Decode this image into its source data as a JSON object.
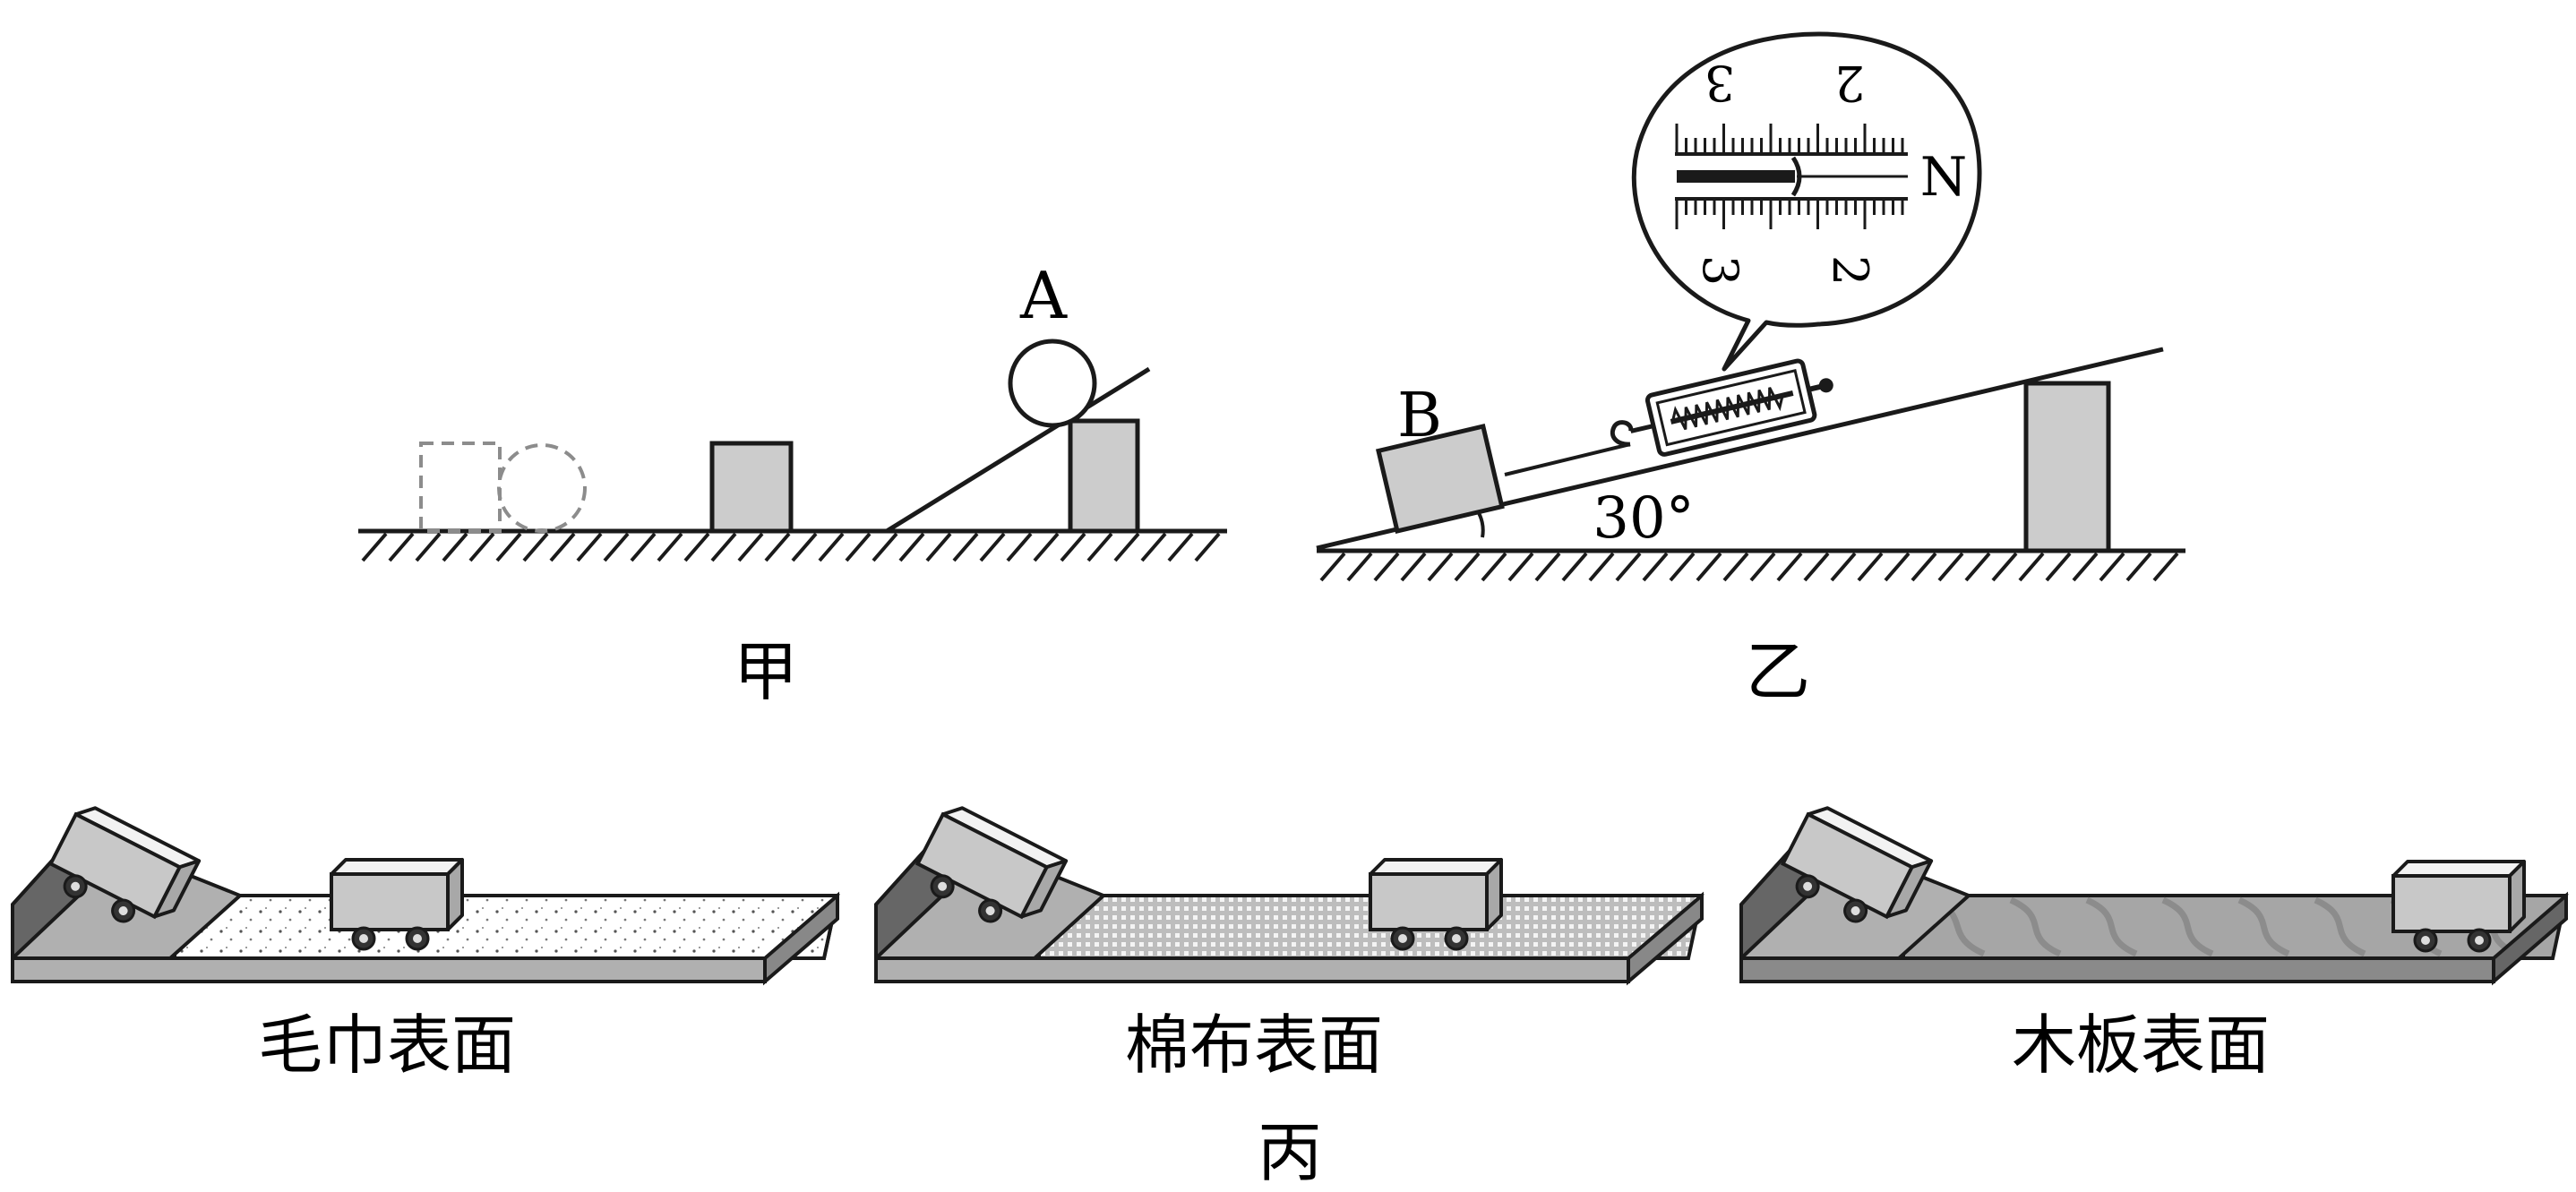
{
  "panel_jia": {
    "caption": "甲",
    "ball_label": "A"
  },
  "panel_yi": {
    "caption": "乙",
    "block_label": "B",
    "angle_label": "30°",
    "spring_scale": {
      "unit": "N",
      "top_left_tick": "3",
      "top_right_tick": "2",
      "bottom_left_tick": "3",
      "bottom_right_tick": "2"
    }
  },
  "panel_bing": {
    "caption": "丙",
    "surfaces": [
      {
        "label": "毛巾表面",
        "type": "towel"
      },
      {
        "label": "棉布表面",
        "type": "cotton"
      },
      {
        "label": "木板表面",
        "type": "wood"
      }
    ]
  },
  "colors": {
    "stroke": "#1a1a1a",
    "block_fill": "#cccccc",
    "dashed": "#8c8c8c",
    "slope_dark": "#666666",
    "slope_light": "#b0b0b0",
    "cart_top": "#f2f2f2",
    "cart_side": "#a8a8a8"
  }
}
